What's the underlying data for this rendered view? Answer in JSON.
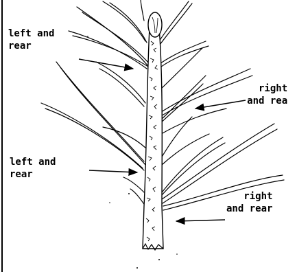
{
  "labels": [
    {
      "line1": "left and",
      "line2": "rear"
    },
    {
      "line1": "right",
      "line2": "and rea"
    },
    {
      "line1": "left and",
      "line2": "rear"
    },
    {
      "line1": "right",
      "line2": "and rear"
    }
  ],
  "colors": {
    "ink": "#000000",
    "paper": "#ffffff"
  }
}
